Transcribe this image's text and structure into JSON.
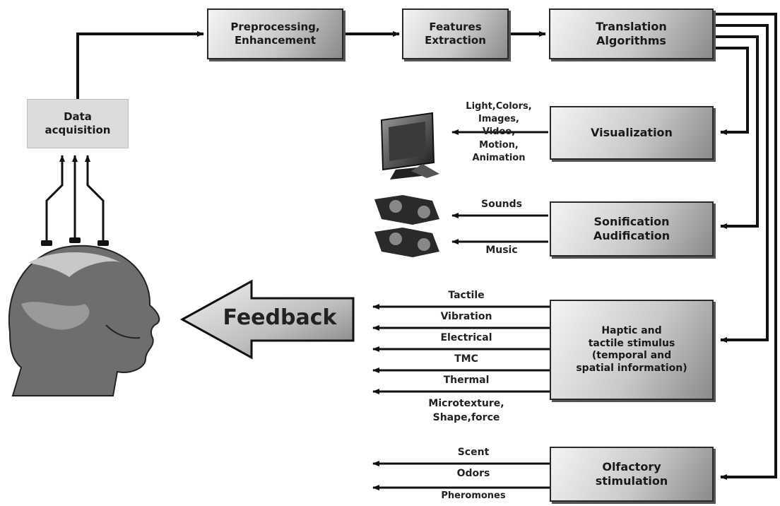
{
  "boxes": {
    "data_acquisition": [
      "Data",
      "acquisition"
    ],
    "preprocessing": [
      "Preprocessing,",
      "Enhancement"
    ],
    "features": [
      "Features",
      "Extraction"
    ],
    "translation": [
      "Translation",
      "Algorithms"
    ],
    "visualization": [
      "Visualization"
    ],
    "sonification": [
      "Sonification",
      "Audification"
    ],
    "haptic": [
      "Haptic and",
      "tactile stimulus",
      "(temporal and",
      "spatial information)"
    ],
    "olfactory": [
      "Olfactory",
      "stimulation"
    ]
  },
  "labels": {
    "visual_outputs": [
      "Light,Colors,",
      "Images,",
      "Video,",
      "Motion,",
      "Animation"
    ],
    "sounds": "Sounds",
    "music": "Music",
    "tactile": "Tactile",
    "vibration": "Vibration",
    "electrical": "Electrical",
    "tmc": "TMC",
    "thermal": "Thermal",
    "microtexture": [
      "Microtexture,",
      "Shape,force"
    ],
    "scent": "Scent",
    "odors": "Odors",
    "pheromones": "Pheromones"
  },
  "feedback": "Feedback",
  "icons": [
    "head-with-electrodes-icon",
    "computer-monitor-icon",
    "speaker-icon"
  ]
}
